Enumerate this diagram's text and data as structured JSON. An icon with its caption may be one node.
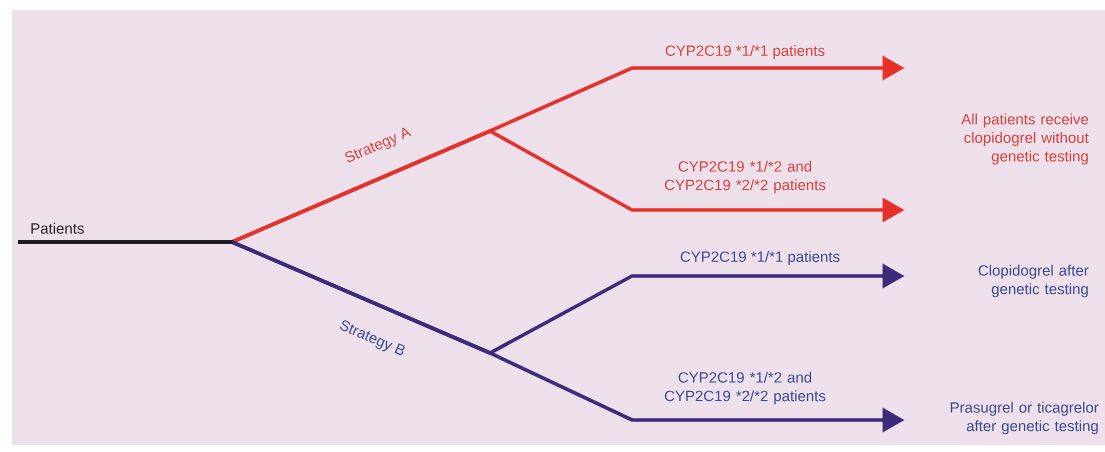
{
  "diagram": {
    "nodes": [
      {
        "text": [
          "Patients"
        ]
      },
      {
        "text": [
          "All patients receive clopidogrel without genetic testing"
        ]
      },
      {
        "text": [
          "Clopidogrel after genetic testing"
        ]
      },
      {
        "text": [
          "Prasugrel or ticagrelor after genetic testing"
        ]
      }
    ],
    "edges": [
      {
        "from": 0,
        "to": 1,
        "arrow": "to",
        "label": "CYP2C19 *1/*1 patients",
        "color": "#e5312b"
      },
      {
        "from": 0,
        "to": 1,
        "arrow": "to",
        "label": "CYP2C19 *1/*2 and CYP2C19 *2/*2 patients",
        "color": "#e5312b"
      },
      {
        "from": 0,
        "to": 2,
        "arrow": "to",
        "label": "CYP2C19 *1/*1 patients",
        "color": "#3d2a78"
      },
      {
        "from": 0,
        "to": 3,
        "arrow": "to",
        "label": "CYP2C19 *1/*2 and CYP2C19 *2/*2 patients",
        "color": "#3d2a78"
      }
    ],
    "labels": [
      "Strategy A",
      "Strategy B"
    ]
  }
}
